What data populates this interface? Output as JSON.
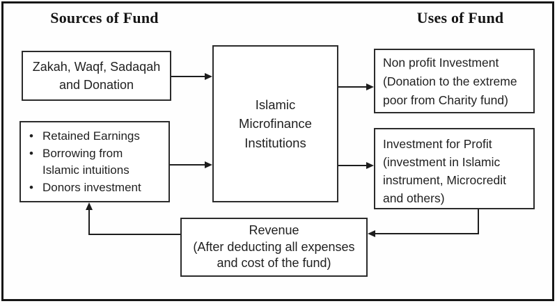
{
  "colors": {
    "ink": "#1f1f1f",
    "box_border": "#2b2b2b",
    "background": "#ffffff"
  },
  "glyphs": {
    "bullet": "•"
  },
  "headers": {
    "left": "Sources of Fund",
    "right": "Uses of Fund"
  },
  "boxes": {
    "zakah": {
      "lines": [
        "Zakah, Waqf, Sadaqah",
        "and Donation"
      ]
    },
    "internal_sources": {
      "items": [
        {
          "lines": [
            "Retained Earnings"
          ]
        },
        {
          "lines": [
            "Borrowing from",
            "Islamic intuitions"
          ]
        },
        {
          "lines": [
            "Donors investment"
          ]
        }
      ]
    },
    "imi": {
      "lines": [
        "Islamic",
        "Microfinance",
        "Institutions"
      ]
    },
    "nonprofit": {
      "lines": [
        "Non profit Investment",
        "(Donation to the extreme",
        "poor from Charity fund)"
      ]
    },
    "profit": {
      "lines": [
        "Investment for Profit",
        "(investment in Islamic",
        "instrument, Microcredit",
        "and others)"
      ]
    },
    "revenue": {
      "lines": [
        "Revenue",
        "(After deducting all expenses",
        "and cost of the fund)"
      ]
    }
  }
}
